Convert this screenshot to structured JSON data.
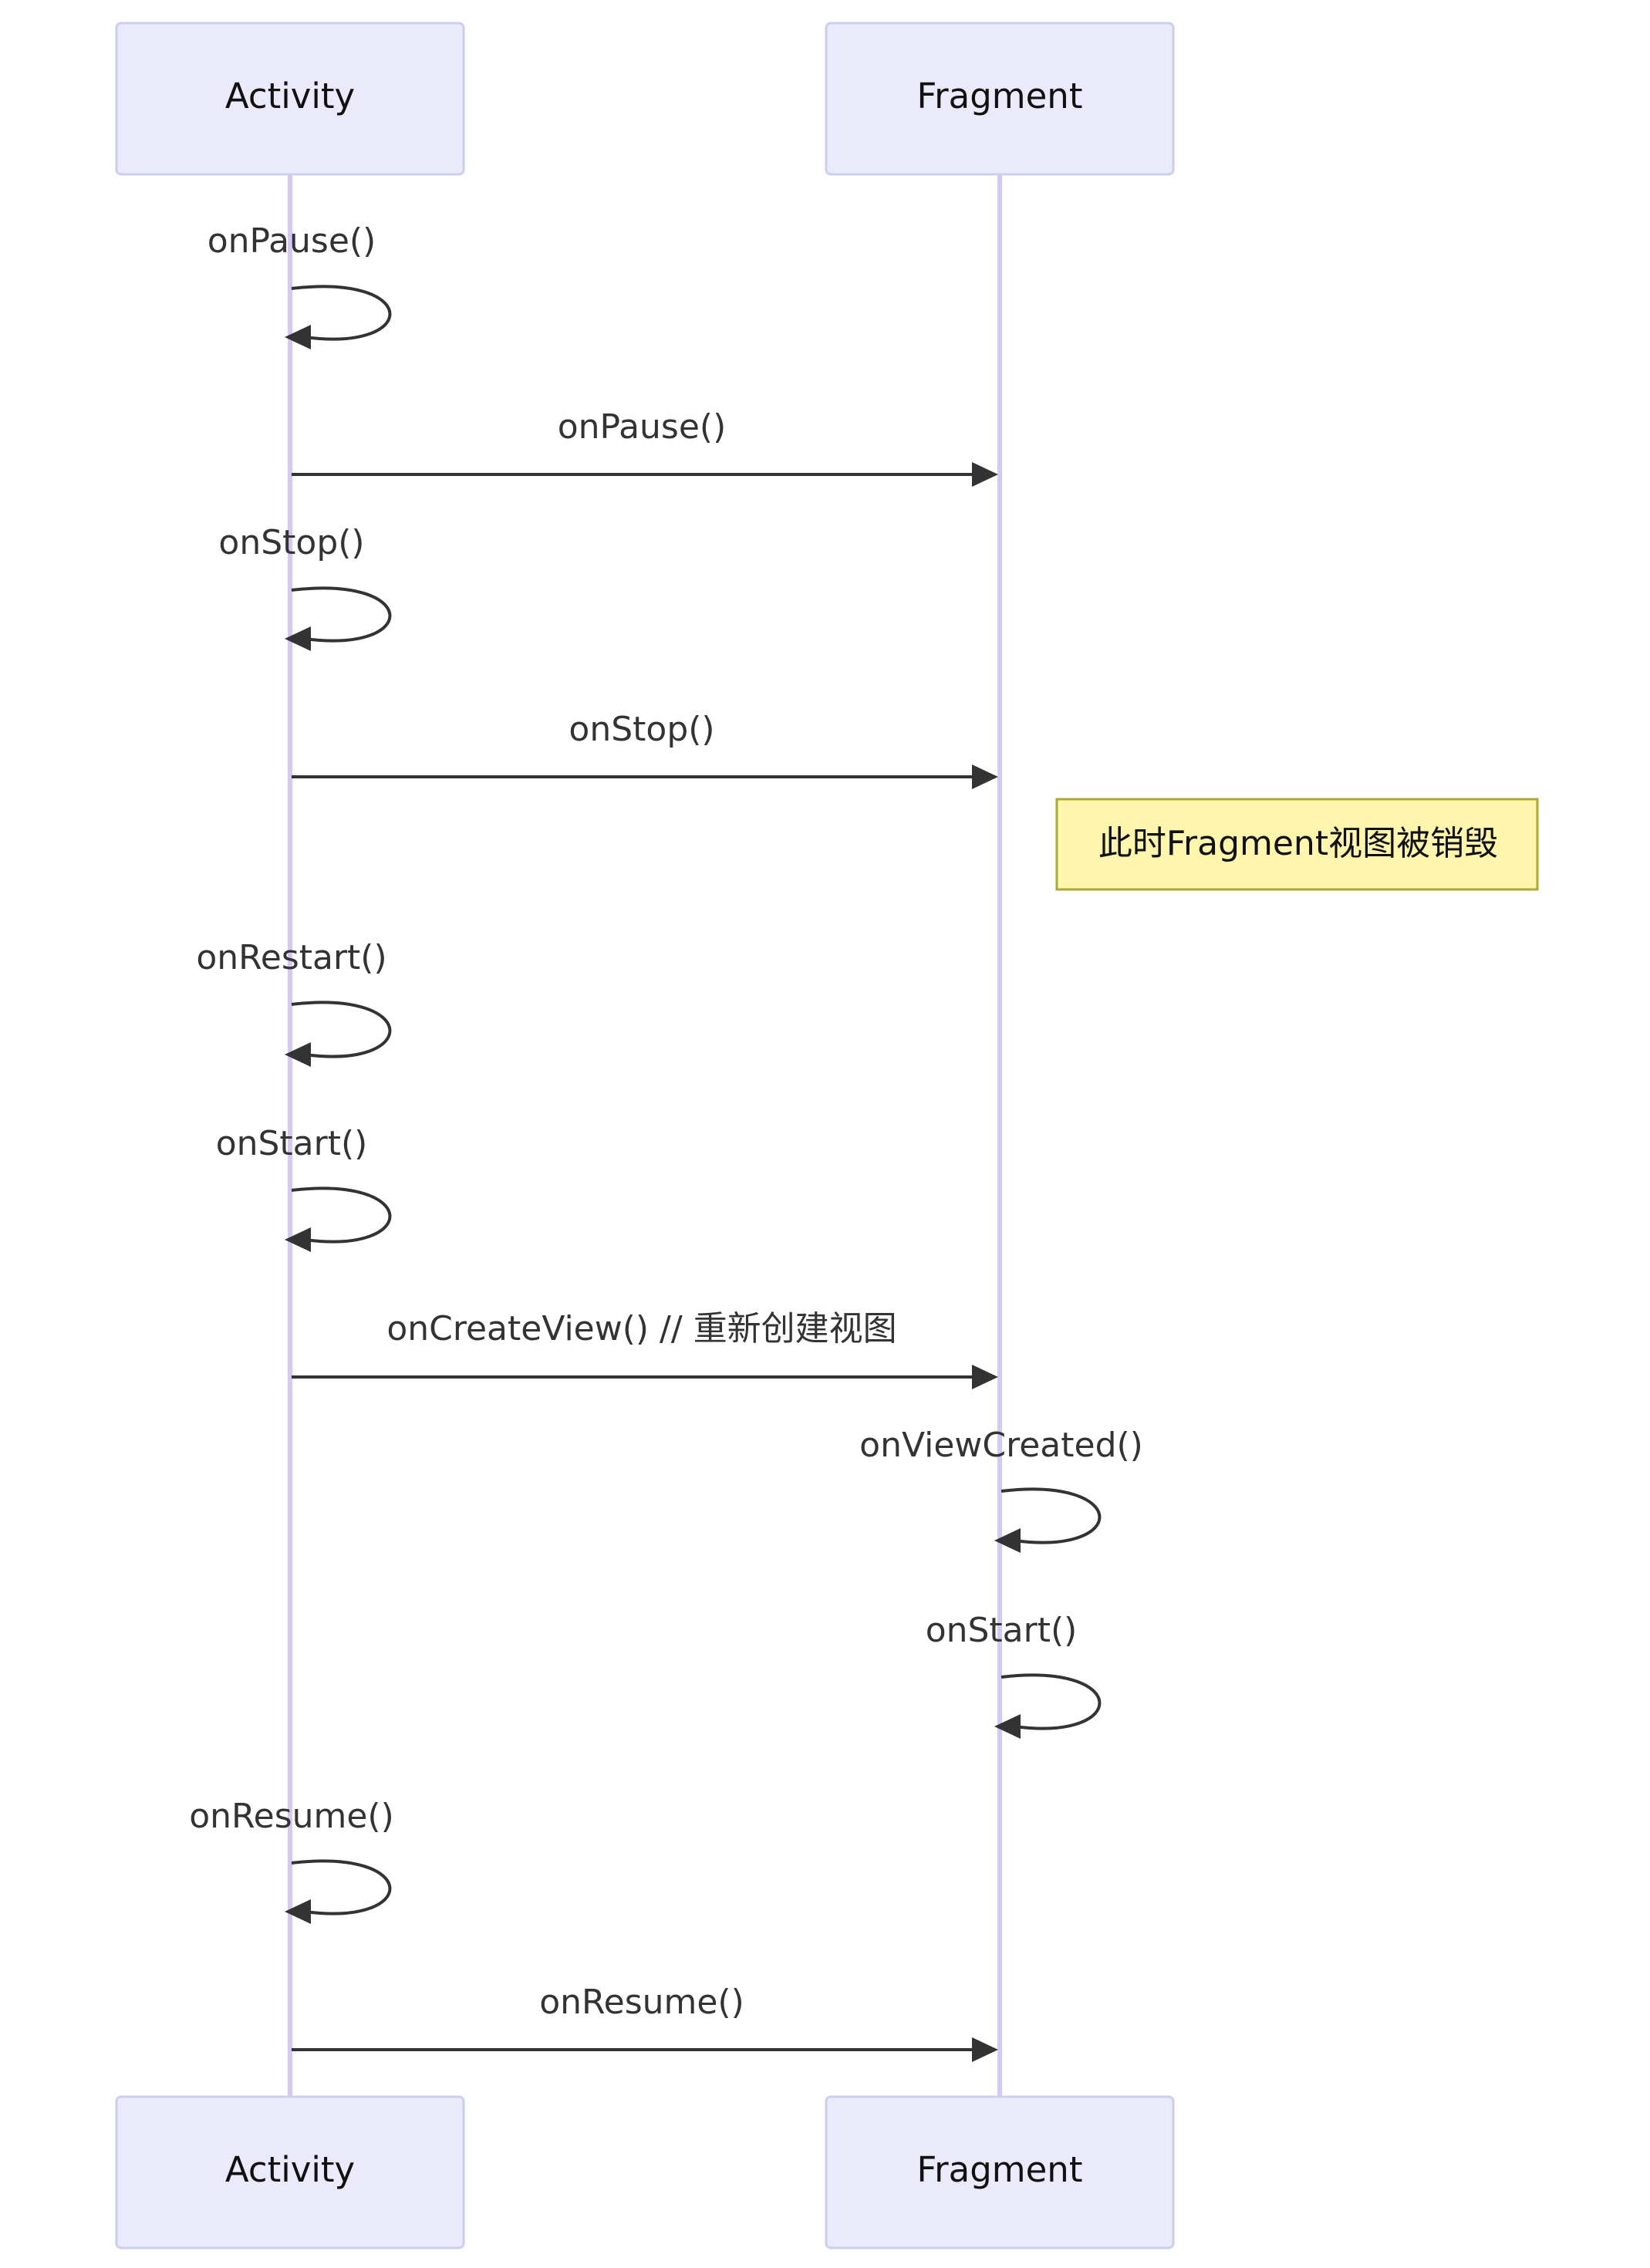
{
  "participants": [
    {
      "id": "activity",
      "label": "Activity"
    },
    {
      "id": "fragment",
      "label": "Fragment"
    }
  ],
  "messages": [
    {
      "from": "activity",
      "to": "activity",
      "label": "onPause()"
    },
    {
      "from": "activity",
      "to": "fragment",
      "label": "onPause()"
    },
    {
      "from": "activity",
      "to": "activity",
      "label": "onStop()"
    },
    {
      "from": "activity",
      "to": "fragment",
      "label": "onStop()"
    },
    {
      "from": "activity",
      "to": "activity",
      "label": "onRestart()"
    },
    {
      "from": "activity",
      "to": "activity",
      "label": "onStart()"
    },
    {
      "from": "activity",
      "to": "fragment",
      "label": "onCreateView() // 重新创建视图"
    },
    {
      "from": "fragment",
      "to": "fragment",
      "label": "onViewCreated()"
    },
    {
      "from": "fragment",
      "to": "fragment",
      "label": "onStart()"
    },
    {
      "from": "activity",
      "to": "activity",
      "label": "onResume()"
    },
    {
      "from": "activity",
      "to": "fragment",
      "label": "onResume()"
    }
  ],
  "note": {
    "anchor": "fragment",
    "position": "right-of",
    "text": "此时Fragment视图被销毁"
  },
  "colors": {
    "actor_fill": "#eaeafb",
    "actor_stroke": "#cdcdf0",
    "lifeline": "#d6c8f5",
    "message": "#333333",
    "note_fill": "#fff5ad",
    "note_stroke": "#aaaa33"
  }
}
